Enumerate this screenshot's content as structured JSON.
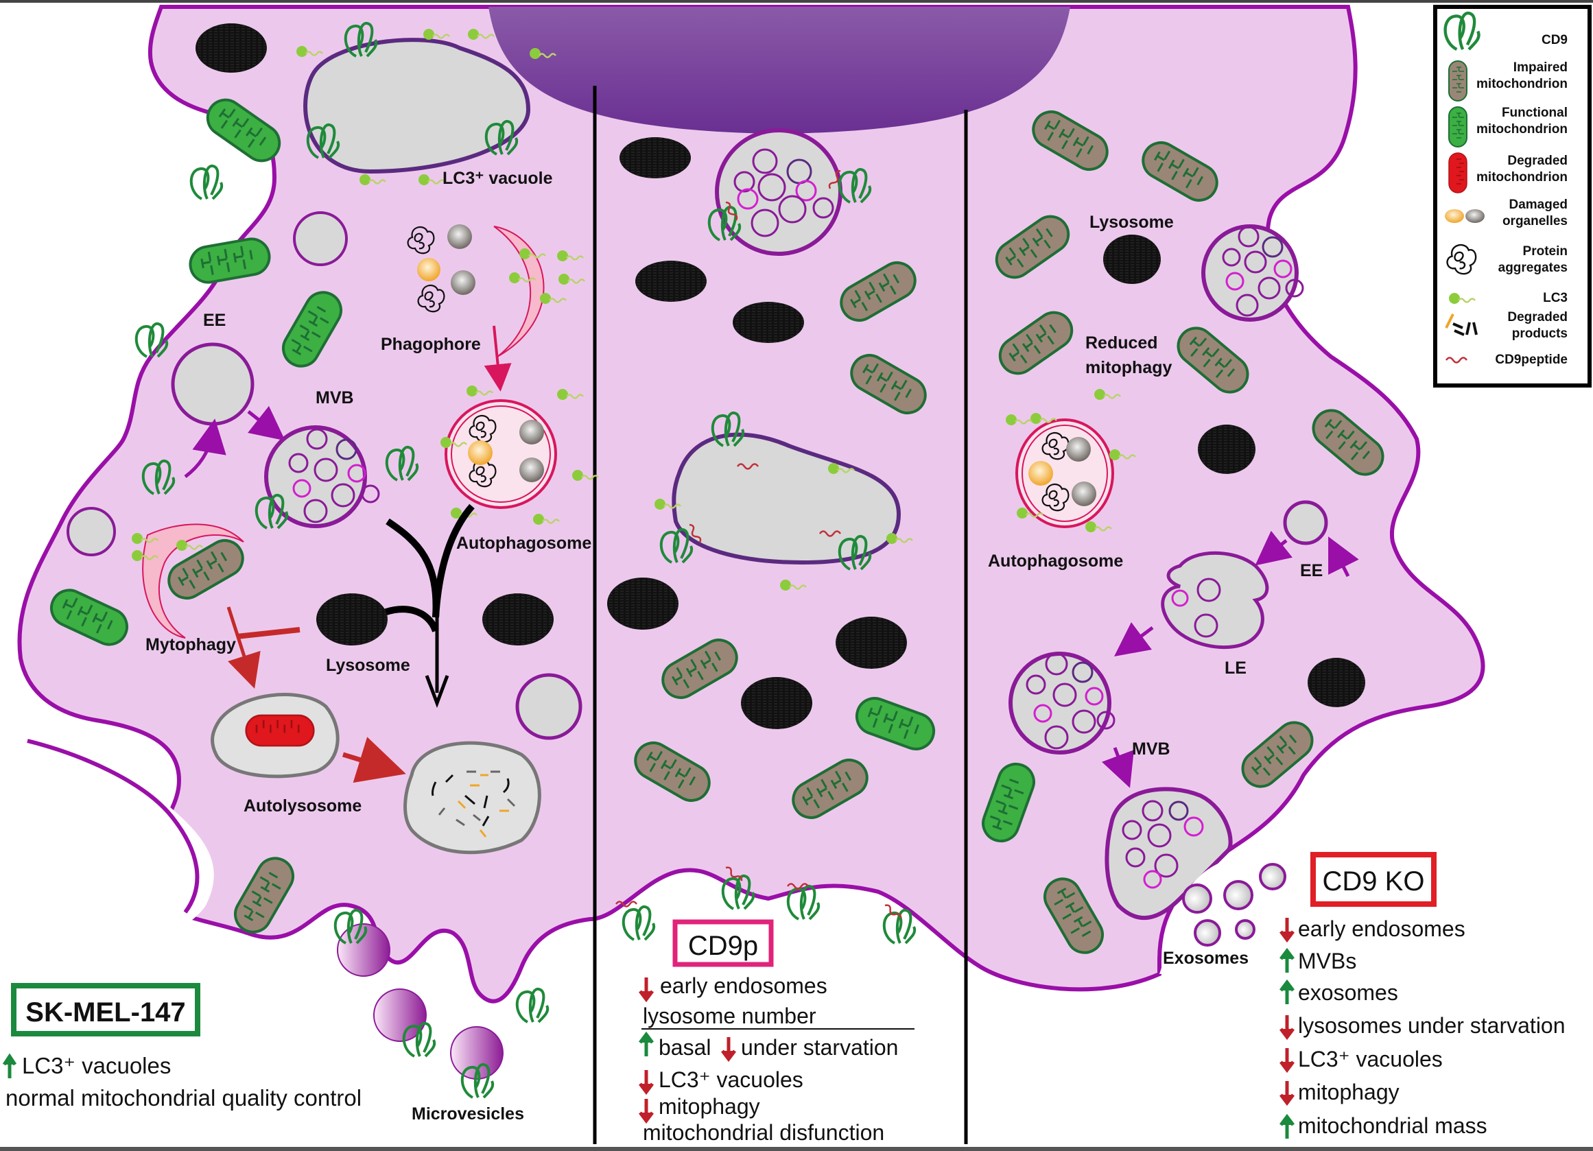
{
  "colors": {
    "cytoplasm": "#ecc9ec",
    "membrane": "#9a0fa8",
    "nucleus": "#7a3f9d",
    "cd9": "#1f8a3a",
    "lc3": "#8ccc3c",
    "functional_mito": "#3cb043",
    "impaired_mito": "#9a8676",
    "degraded_mito": "#e0171c",
    "lysosome": "#111111",
    "vesicle_gray": "#d8d8d8",
    "phagophore": "#f7b9cc",
    "autophagosome_ring": "#d8165d",
    "arrow_up": "#1a8a3c",
    "arrow_down": "#c0202a",
    "box_sk": "#1b8a3e",
    "box_cd9p": "#e0247a",
    "box_ko": "#e01f26",
    "cd9peptide": "#c0303a",
    "exosome": "#9a1fa8"
  },
  "legend": {
    "items": [
      {
        "icon": "cd9-icon",
        "label": "CD9"
      },
      {
        "icon": "impaired-mitochondrion-icon",
        "label": "Impaired mitochondrion"
      },
      {
        "icon": "functional-mitochondrion-icon",
        "label": "Functional mitochondrion"
      },
      {
        "icon": "degraded-mitochondrion-icon",
        "label": "Degraded mitochondrion"
      },
      {
        "icon": "damaged-organelles-icon",
        "label": "Damaged organelles"
      },
      {
        "icon": "protein-aggregates-icon",
        "label": "Protein aggregates"
      },
      {
        "icon": "lc3-icon",
        "label": "LC3"
      },
      {
        "icon": "degraded-products-icon",
        "label": "Degraded products"
      },
      {
        "icon": "cd9peptide-icon",
        "label": "CD9peptide"
      }
    ],
    "lines": {
      "cd9": [
        "CD9"
      ],
      "impaired": [
        "Impaired",
        "mitochondrion"
      ],
      "functional": [
        "Functional",
        "mitochondrion"
      ],
      "degraded": [
        "Degraded",
        "mitochondrion"
      ],
      "damaged": [
        "Damaged",
        "organelles"
      ],
      "protein": [
        "Protein",
        "aggregates"
      ],
      "lc3": [
        "LC3"
      ],
      "products": [
        "Degraded",
        "products"
      ],
      "peptide": [
        "CD9peptide"
      ]
    }
  },
  "panels": {
    "left": {
      "labels": {
        "lc3_vacuole": "LC3⁺ vacuole",
        "phagophore": "Phagophore",
        "ee": "EE",
        "mvb": "MVB",
        "autophagosome": "Autophagosome",
        "mitophagy": "Mytophagy",
        "lysosome": "Lysosome",
        "autolysosome": "Autolysosome",
        "microvesicles": "Microvesicles"
      },
      "title": "SK-MEL-147",
      "summary": [
        {
          "arrow": "up",
          "text": "LC3⁺ vacuoles"
        },
        {
          "arrow": "none",
          "text": "normal mitochondrial quality control"
        }
      ]
    },
    "middle": {
      "title": "CD9p",
      "summary": [
        {
          "arrow": "down",
          "text": "early endosomes"
        },
        {
          "arrow": "none",
          "text": "lysosome number",
          "underline": true
        },
        {
          "arrow": "up",
          "text": "basal",
          "arrow2": "down",
          "text2": "under starvation"
        },
        {
          "arrow": "down",
          "text": "LC3⁺ vacuoles"
        },
        {
          "arrow": "down",
          "text": "mitophagy"
        },
        {
          "arrow": "none",
          "text": "mitochondrial disfunction"
        }
      ]
    },
    "right": {
      "labels": {
        "lysosome": "Lysosome",
        "reduced_mitophagy_1": "Reduced",
        "reduced_mitophagy_2": "mitophagy",
        "autophagosome": "Autophagosome",
        "ee": "EE",
        "le": "LE",
        "mvb": "MVB",
        "exosomes": "Exosomes"
      },
      "title": "CD9 KO",
      "summary": [
        {
          "arrow": "down",
          "text": "early endosomes"
        },
        {
          "arrow": "up",
          "text": "MVBs"
        },
        {
          "arrow": "up",
          "text": "exosomes"
        },
        {
          "arrow": "down",
          "text": "lysosomes under starvation"
        },
        {
          "arrow": "down",
          "text": "LC3⁺ vacuoles"
        },
        {
          "arrow": "down",
          "text": "mitophagy"
        },
        {
          "arrow": "up",
          "text": "mitochondrial mass"
        }
      ]
    }
  }
}
